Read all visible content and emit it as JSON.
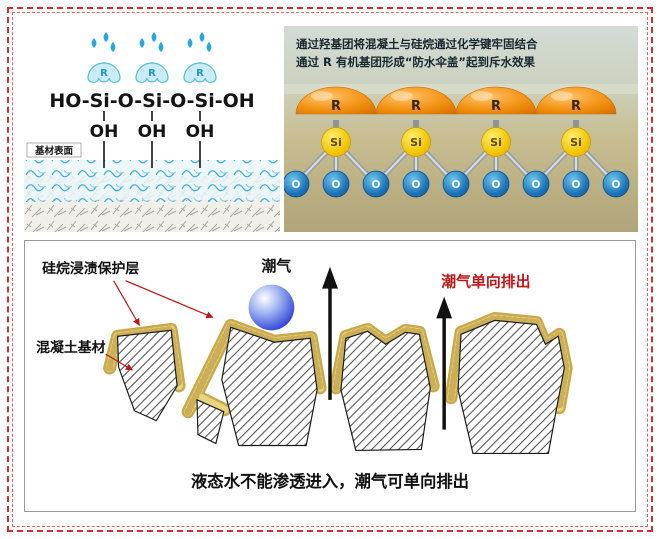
{
  "panel_hydrolysis": {
    "formula": "HO-Si-O-Si-O-Si-OH",
    "oh_label": "OH",
    "r_label": "R",
    "surface_label": "基材表面"
  },
  "panel_bonding": {
    "caption_line1": "通过羟基团将混凝土与硅烷通过化学键牢固结合",
    "caption_line2": "通过 R 有机基团形成“防水伞盖”起到斥水效果",
    "r_label": "R",
    "si_label": "Si",
    "o_label": "O"
  },
  "panel_mechanism": {
    "coating_label": "硅烷浸渍保护层",
    "moisture_label": "潮气",
    "one_way_label": "潮气单向排出",
    "substrate_label": "混凝土基材",
    "caption": "液态水不能渗透进入，潮气可单向排出"
  },
  "colors": {
    "border_red": "#dd2b2b",
    "accent_red": "#c11515",
    "dome_orange": "#f39111",
    "si_yellow": "#f2c400",
    "o_blue": "#1f78bd",
    "coating_tan": "#e8d47e",
    "umbrella_cyan": "#c9ecf5",
    "moisture_blue": "#2b3fd6"
  }
}
